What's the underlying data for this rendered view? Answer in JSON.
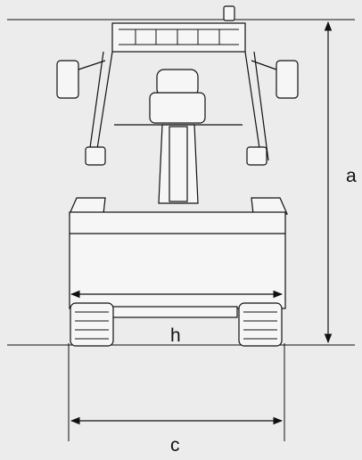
{
  "diagram": {
    "labels": {
      "height": "a",
      "inner_width": "h",
      "outer_width": "c"
    },
    "colors": {
      "background": "#ececec",
      "line": "#111111",
      "body_fill": "#f6f6f6"
    }
  }
}
